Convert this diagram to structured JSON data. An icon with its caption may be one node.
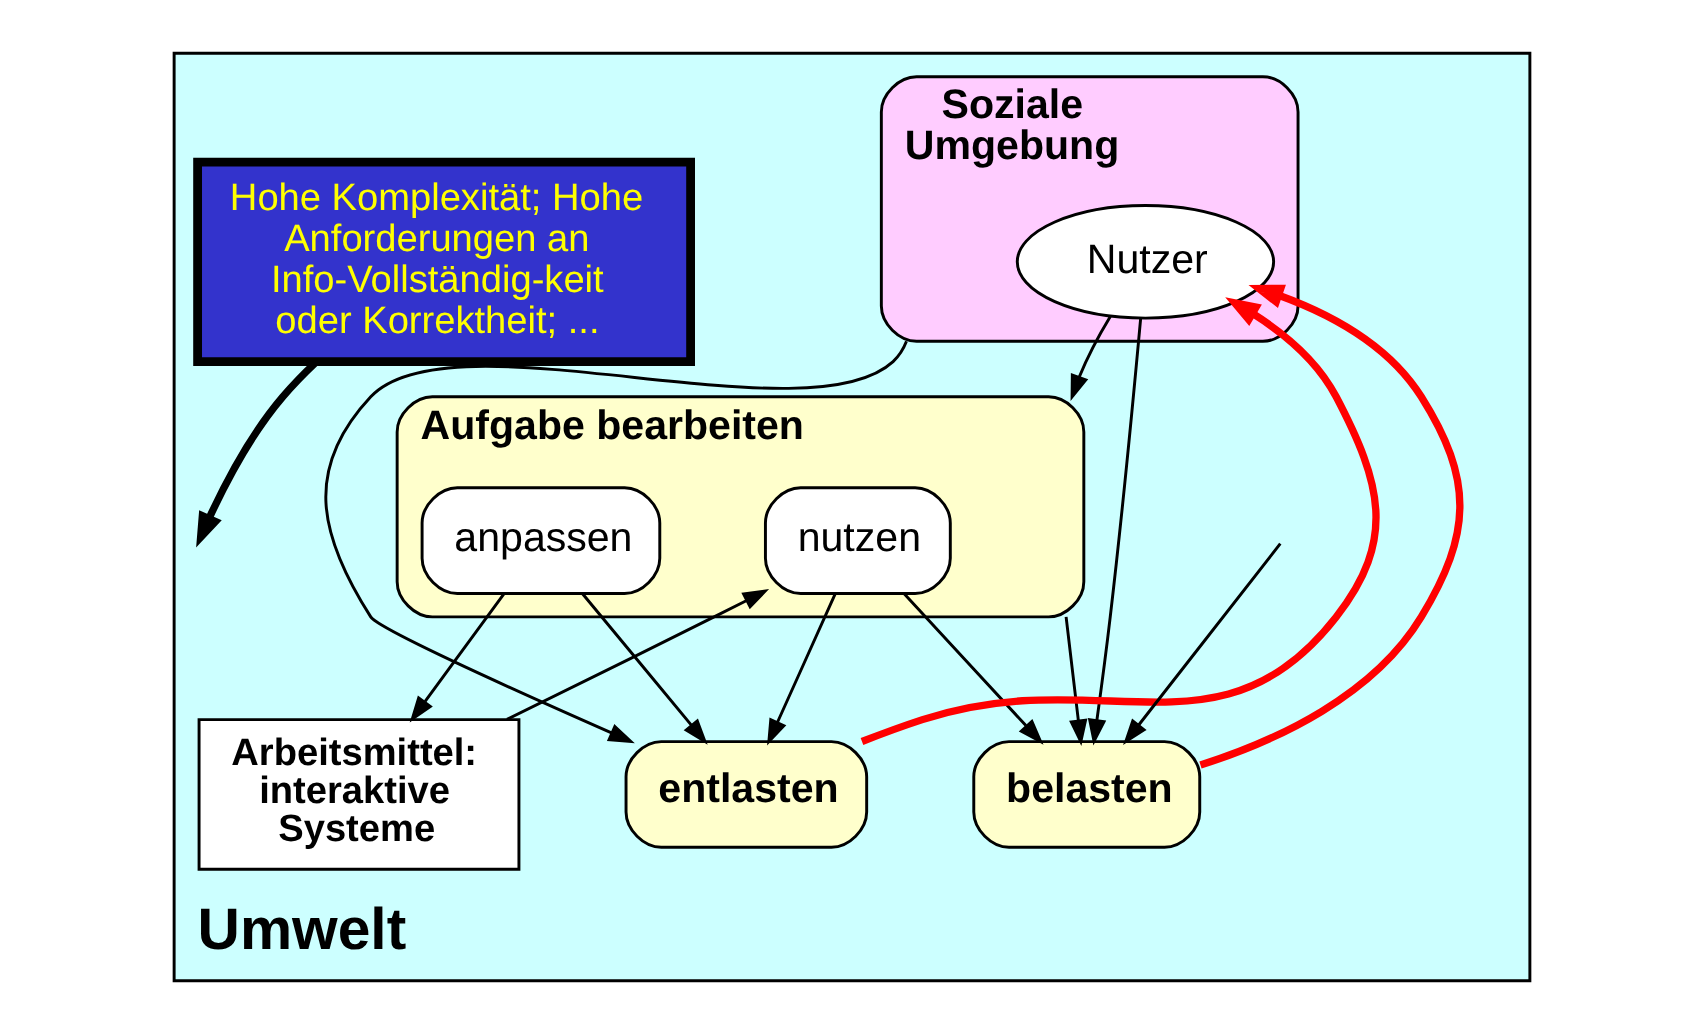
{
  "diagram": {
    "nodes": [
      {
        "text": [
          "Umwelt"
        ]
      },
      {
        "text": [
          "Soziale Umgebung"
        ],
        "in": 0
      },
      {
        "text": [
          "Nutzer"
        ],
        "in": 1
      },
      {
        "text": [
          "Hohe Komplexität; Hohe Anforderungen an Info-Vollständig-keit oder Korrektheit; ..."
        ],
        "in": 0
      },
      {
        "text": [
          "Aufgabe bearbeiten"
        ],
        "in": 0
      },
      {
        "text": [
          "nutzen"
        ],
        "in": 4
      },
      {
        "text": [
          "anpassen"
        ],
        "in": 4
      },
      {
        "text": [
          "entlasten"
        ],
        "in": 0
      },
      {
        "text": [
          "belasten"
        ],
        "in": 0
      },
      {
        "text": [
          "Arbeitsmittel: interaktive Systeme"
        ],
        "in": 0
      }
    ],
    "edges": [
      {
        "from": 1,
        "to": 7,
        "arrow": "to"
      },
      {
        "from": 7,
        "to": 2,
        "arrow": "to",
        "style": "thick",
        "color": "#ff0000"
      },
      {
        "from": 8,
        "to": 2,
        "arrow": "to",
        "style": "thick",
        "color": "#ff0000"
      },
      {
        "from": 2,
        "to": 4,
        "arrow": "to"
      },
      {
        "from": 2,
        "to": 8,
        "arrow": "to"
      },
      {
        "from": 3,
        "to": null,
        "arrow": "to",
        "style": "thick"
      },
      {
        "from": 4,
        "to": 8,
        "arrow": "to"
      },
      {
        "from": 5,
        "to": 7,
        "arrow": "to"
      },
      {
        "from": 5,
        "to": 8,
        "arrow": "to"
      },
      {
        "from": 6,
        "to": 7,
        "arrow": "to"
      },
      {
        "from": 6,
        "to": 9,
        "arrow": "to"
      },
      {
        "from": 9,
        "to": 5,
        "arrow": "to"
      },
      {
        "from": null,
        "to": 8,
        "arrow": "to"
      }
    ]
  }
}
